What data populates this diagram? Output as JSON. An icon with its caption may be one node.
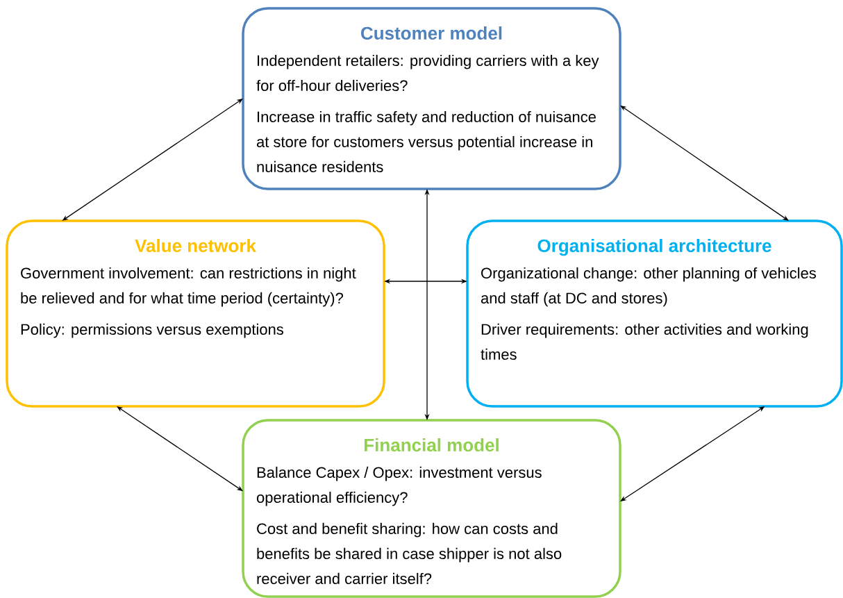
{
  "diagram": {
    "nodes": [
      {
        "text": [
          "Customer model",
          "Independent retailers: providing carriers with a key for off-hour deliveries?",
          "Increase in traffic safety and reduction of nuisance at store for customers versus potential increase in nuisance residents"
        ]
      },
      {
        "text": [
          "Value network",
          "Government involvement: can restrictions in night be relieved and for what time period (certainty)?",
          "Policy: permissions versus exemptions"
        ]
      },
      {
        "text": [
          "Organisational architecture",
          "Organizational change: other planning of vehicles and staff (at DC and stores)",
          "Driver requirements: other activities and working times"
        ]
      },
      {
        "text": [
          "Financial model",
          "Balance Capex / Opex: investment versus operational efficiency?",
          "Cost and benefit sharing: how can costs and benefits be shared in case shipper is not also receiver and carrier itself?"
        ]
      }
    ],
    "edges": [
      {
        "from": 0,
        "to": 1,
        "arrow": "both"
      },
      {
        "from": 0,
        "to": 2,
        "arrow": "both"
      },
      {
        "from": 1,
        "to": 2,
        "arrow": "both"
      },
      {
        "from": 0,
        "to": 3,
        "arrow": "both"
      },
      {
        "from": 1,
        "to": 3,
        "arrow": "both"
      },
      {
        "from": 2,
        "to": 3,
        "arrow": "both"
      }
    ]
  }
}
